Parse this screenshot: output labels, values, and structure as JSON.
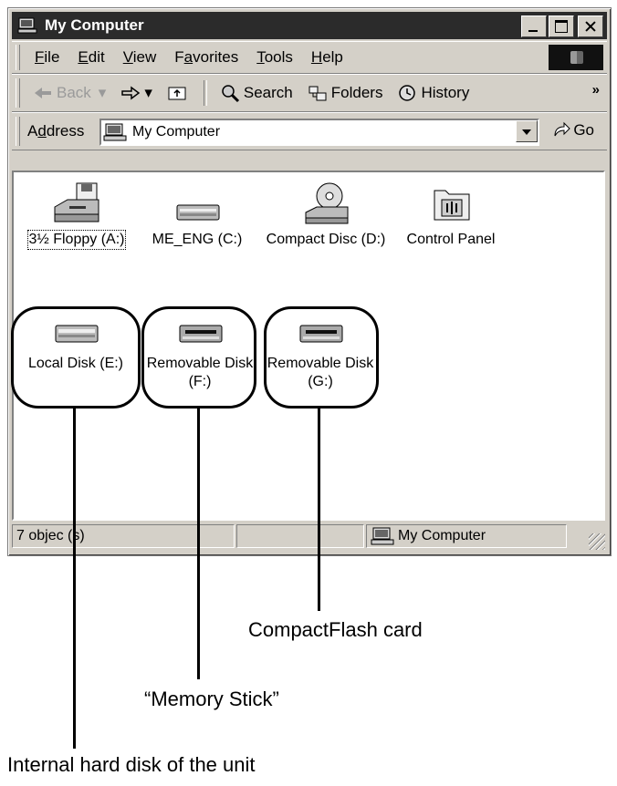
{
  "window": {
    "title": "My Computer"
  },
  "menubar": {
    "items": [
      {
        "u": "F",
        "rest": "ile"
      },
      {
        "u": "E",
        "rest": "dit"
      },
      {
        "u": "V",
        "rest": "iew"
      },
      {
        "pre": "F",
        "u": "a",
        "rest": "vorites"
      },
      {
        "u": "T",
        "rest": "ools"
      },
      {
        "u": "H",
        "rest": "elp"
      }
    ]
  },
  "toolbar": {
    "back": "Back",
    "search": "Search",
    "folders": "Folders",
    "history": "History",
    "more": "»"
  },
  "address": {
    "label_pre": "A",
    "label_u": "d",
    "label_rest": "dress",
    "value": "My Computer",
    "go": "Go"
  },
  "items": [
    {
      "label": "3½ Floppy (A:)",
      "icon": "floppy-drive-icon"
    },
    {
      "label": "ME_ENG (C:)",
      "icon": "hard-disk-icon"
    },
    {
      "label": "Compact Disc (D:)",
      "icon": "cd-drive-icon"
    },
    {
      "label": "Control Panel",
      "icon": "control-panel-icon"
    },
    {
      "label": "Local Disk (E:)",
      "icon": "hard-disk-icon"
    },
    {
      "label": "Removable Disk (F:)",
      "icon": "removable-disk-icon"
    },
    {
      "label": "Removable Disk (G:)",
      "icon": "removable-disk-icon"
    }
  ],
  "status": {
    "count": "7 objec (s)",
    "location": "My Computer"
  },
  "annotations": {
    "cf": "CompactFlash card",
    "ms": "“Memory Stick”",
    "hd": "Internal hard disk of the unit"
  }
}
